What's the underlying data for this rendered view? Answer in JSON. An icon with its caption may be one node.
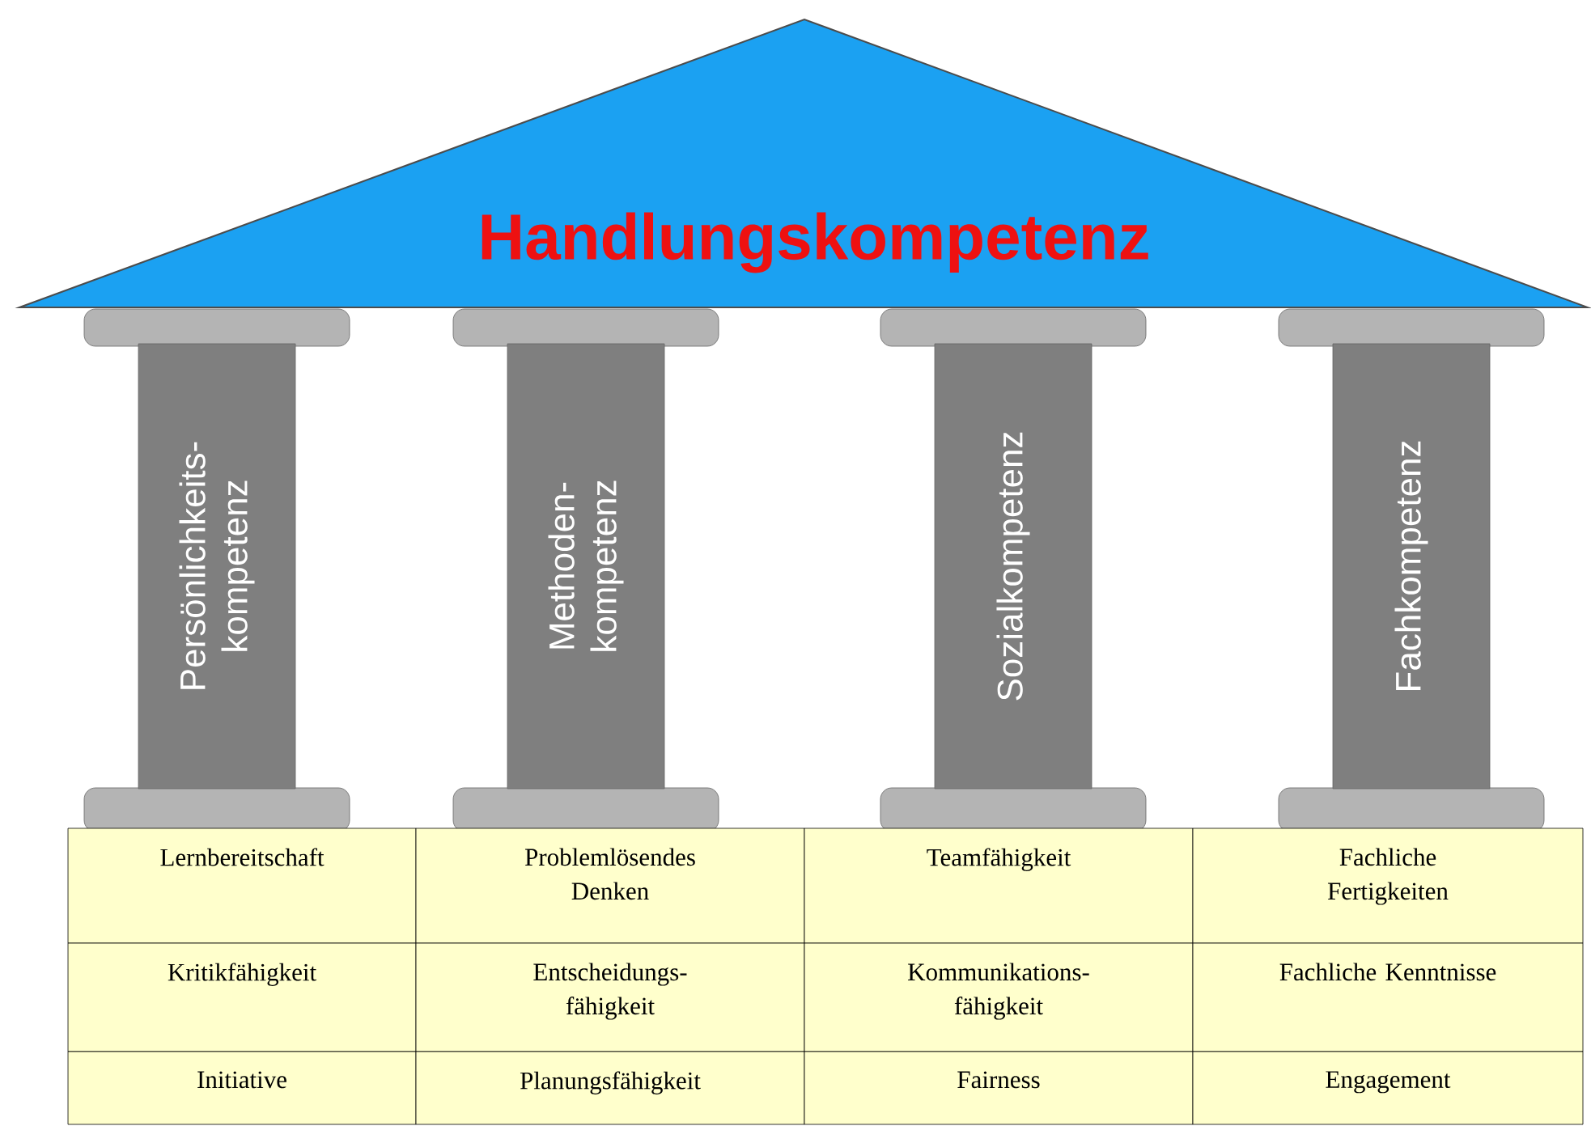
{
  "diagram": {
    "nodes": [
      {
        "text": [
          "Handlungskompetenz"
        ]
      },
      {
        "text": [
          "Persönlichkeits- kompetenz"
        ]
      },
      {
        "text": [
          "Methoden- kompetenz"
        ]
      },
      {
        "text": [
          "Sozialkompetenz"
        ]
      },
      {
        "text": [
          "Fachkompetenz"
        ]
      },
      {
        "text": [
          "Lernbereitschaft"
        ]
      },
      {
        "text": [
          "Problemlösendes Denken"
        ]
      },
      {
        "text": [
          "Teamfähigkeit"
        ]
      },
      {
        "text": [
          "Fachliche Fertigkeiten"
        ]
      },
      {
        "text": [
          "Kritikfähigkeit"
        ]
      },
      {
        "text": [
          "Entscheidungs- fähigkeit"
        ]
      },
      {
        "text": [
          "Kommunikations- fähigkeit"
        ]
      },
      {
        "text": [
          "Fachliche Kenntnisse"
        ]
      },
      {
        "text": [
          "Initiative"
        ]
      },
      {
        "text": [
          "Planungsfähigkeit"
        ]
      },
      {
        "text": [
          "Fairness"
        ]
      },
      {
        "text": [
          "Engagement"
        ]
      }
    ]
  }
}
